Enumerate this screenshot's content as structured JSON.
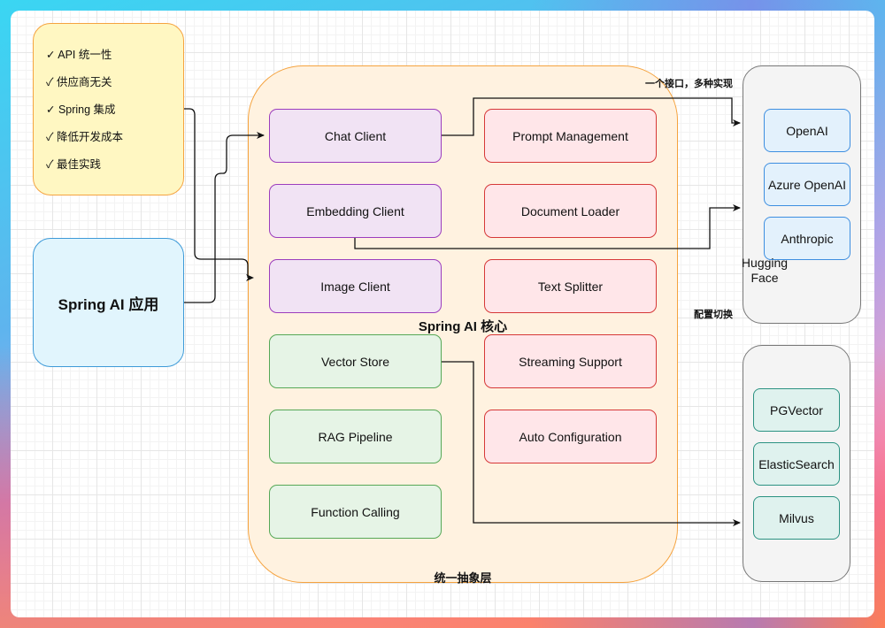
{
  "features": {
    "items": [
      "✓ API 统一性",
      "✓ 供应商无关",
      "✓ Spring 集成",
      "✓ 降低开发成本",
      "✓ 最佳实践"
    ]
  },
  "app": {
    "label": "Spring AI 应用"
  },
  "core": {
    "title": "Spring AI 核心",
    "footer": "统一抽象层",
    "clients": [
      "Chat Client",
      "Embedding Client",
      "Image Client"
    ],
    "data_modules": [
      "Vector Store",
      "RAG Pipeline",
      "Function Calling"
    ],
    "services": [
      "Prompt Management",
      "Document Loader",
      "Text Splitter",
      "Streaming Support",
      "Auto Configuration"
    ]
  },
  "providers": {
    "items": [
      "OpenAI",
      "Azure OpenAI",
      "Anthropic"
    ],
    "extra": "Hugging Face"
  },
  "vector_stores": {
    "items": [
      "PGVector",
      "ElasticSearch",
      "Milvus"
    ]
  },
  "labels": {
    "one_interface": "一个接口，多种实现",
    "config_switch": "配置切换"
  },
  "colors": {
    "features_fill": "#fff7c2",
    "app_fill": "#e1f5fd",
    "core_fill": "#fff2e0",
    "client_border": "#9c3dbd",
    "service_border": "#d63838",
    "data_border": "#56a857",
    "provider_border": "#3d8ee0",
    "vector_border": "#2b9282"
  }
}
